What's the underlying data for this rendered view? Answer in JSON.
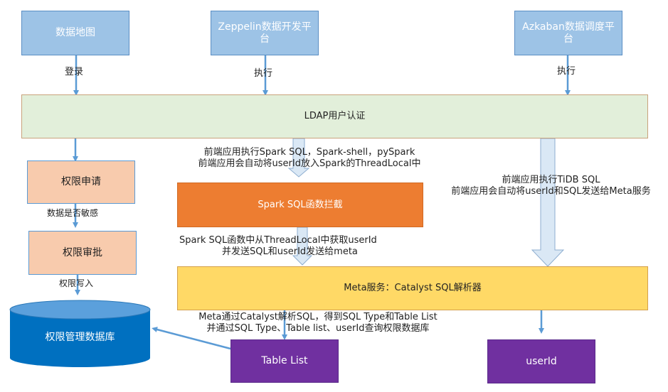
{
  "top_nodes": {
    "data_map": "数据地图",
    "zeppelin": "Zeppelin数据开发平台",
    "azkaban": "Azkaban数据调度平台"
  },
  "edge_labels": {
    "login": "登录",
    "execute_zeppelin": "执行",
    "execute_azkaban": "执行",
    "data_sensitive": "数据是否敏感",
    "permission_write": "权限写入"
  },
  "ldap": "LDAP用户认证",
  "permission_flow": {
    "apply": "权限申请",
    "approve": "权限审批",
    "database": "权限管理数据库"
  },
  "spark_note": {
    "line1": "前端应用执行Spark SQL，Spark-shell，pySpark",
    "line2": "前端应用会自动将userId放入Spark的ThreadLocal中"
  },
  "spark_intercept": "Spark SQL函数拦截",
  "spark_to_meta_note": {
    "line1": "Spark SQL函数中从ThreadLocal中获取userId",
    "line2": "并发送SQL和userId发送给meta"
  },
  "tidb_note": {
    "line1": "前端应用执行TiDB SQL",
    "line2": "前端应用会自动将userId和SQL发送给Meta服务"
  },
  "meta_service": "Meta服务：Catalyst SQL解析器",
  "meta_note": {
    "line1": "Meta通过Catalyst解析SQL，得到SQL Type和Table List",
    "line2": "并通过SQL Type、Table list、userId查询权限数据库"
  },
  "outputs": {
    "table_list": "Table List",
    "user_id": "userId"
  },
  "colors": {
    "top_node": "#9dc3e6",
    "ldap": "#e2efda",
    "permission": "#f8cbad",
    "spark": "#ed7d31",
    "meta": "#ffd966",
    "output": "#7030a0",
    "database": "#0070c0",
    "arrow": "#5b9bd5",
    "block_arrow": "#dae8f5"
  }
}
